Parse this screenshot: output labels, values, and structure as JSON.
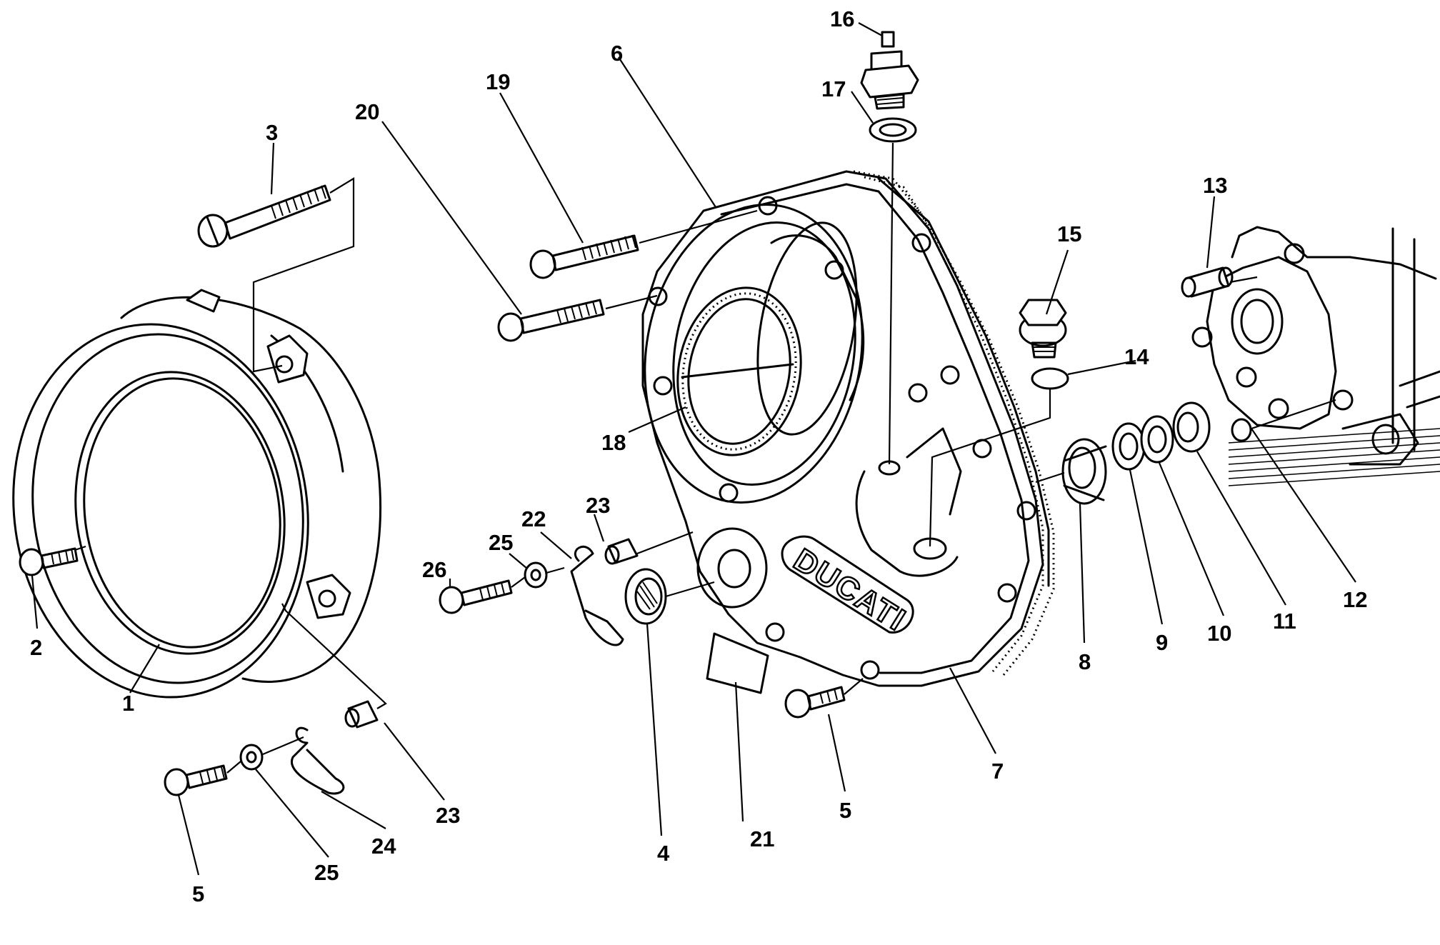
{
  "diagram": {
    "logo_text": "DUCATI",
    "callouts": [
      {
        "id": "c1",
        "text": "1"
      },
      {
        "id": "c2",
        "text": "2"
      },
      {
        "id": "c3",
        "text": "3"
      },
      {
        "id": "c4",
        "text": "4"
      },
      {
        "id": "c5a",
        "text": "5"
      },
      {
        "id": "c5b",
        "text": "5"
      },
      {
        "id": "c6",
        "text": "6"
      },
      {
        "id": "c7",
        "text": "7"
      },
      {
        "id": "c8",
        "text": "8"
      },
      {
        "id": "c9",
        "text": "9"
      },
      {
        "id": "c10",
        "text": "10"
      },
      {
        "id": "c11",
        "text": "11"
      },
      {
        "id": "c12",
        "text": "12"
      },
      {
        "id": "c13",
        "text": "13"
      },
      {
        "id": "c14",
        "text": "14"
      },
      {
        "id": "c15",
        "text": "15"
      },
      {
        "id": "c16",
        "text": "16"
      },
      {
        "id": "c17",
        "text": "17"
      },
      {
        "id": "c18",
        "text": "18"
      },
      {
        "id": "c19",
        "text": "19"
      },
      {
        "id": "c20",
        "text": "20"
      },
      {
        "id": "c21",
        "text": "21"
      },
      {
        "id": "c22",
        "text": "22"
      },
      {
        "id": "c23a",
        "text": "23"
      },
      {
        "id": "c23b",
        "text": "23"
      },
      {
        "id": "c24",
        "text": "24"
      },
      {
        "id": "c25a",
        "text": "25"
      },
      {
        "id": "c25b",
        "text": "25"
      },
      {
        "id": "c26",
        "text": "26"
      }
    ]
  }
}
